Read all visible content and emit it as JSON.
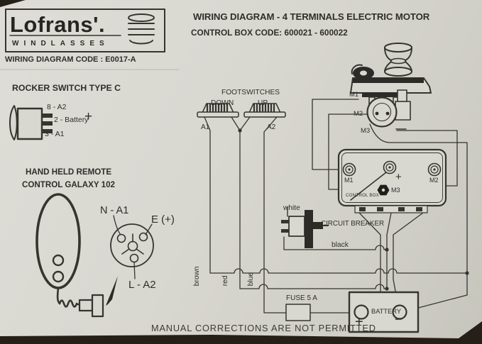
{
  "colors": {
    "paper": "#d8d7d0",
    "ink": "#35342f",
    "photo_bg": "#261f17"
  },
  "header": {
    "logo": {
      "brand": "Lofrans'.",
      "sub": "WINDLASSES"
    },
    "wiring_code": "WIRING DIAGRAM CODE : E0017-A",
    "title": "WIRING DIAGRAM - 4 TERMINALS  ELECTRIC  MOTOR",
    "subtitle": "CONTROL BOX CODE: 600021 - 600022"
  },
  "rocker_switch": {
    "heading": "ROCKER SWITCH TYPE C",
    "pin_top": "8 - A2",
    "pin_mid": "2 - Battery",
    "pin_mid_plus": "+",
    "pin_bottom": "3 - A1"
  },
  "remote": {
    "line1": "HAND HELD REMOTE",
    "line2": "CONTROL GALAXY 102",
    "pin_n": "N - A1",
    "pin_e": "E (+)",
    "pin_l": "L - A2"
  },
  "footswitches": {
    "heading": "FOOTSWITCHES",
    "down": "DOWN",
    "up": "UP",
    "a1": "A1",
    "a2": "A2"
  },
  "wire_labels": {
    "brown": "brown",
    "red": "red",
    "blue": "blue",
    "white": "white",
    "black": "black"
  },
  "motor": {
    "m1": "M1",
    "m2": "M2",
    "m3": "M3"
  },
  "control_box": {
    "m1": "M1",
    "plus": "+",
    "m2": "M2",
    "m3": "M3",
    "label": "CONTROL BOX"
  },
  "circuit_breaker": {
    "label": "CIRCUIT BREAKER"
  },
  "fuse": {
    "label": "FUSE 5 A"
  },
  "battery": {
    "label": "BATTERY",
    "plus": "+",
    "minus": "−"
  },
  "footer": {
    "note": "MANUAL CORRECTIONS ARE NOT PERMITTED"
  }
}
